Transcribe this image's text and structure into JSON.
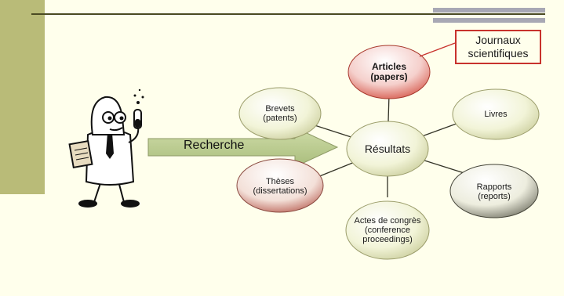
{
  "diagram": {
    "search_label": "Recherche",
    "center": "Résultats",
    "nodes": {
      "articles": "Articles\n(papers)",
      "brevets": "Brevets\n(patents)",
      "livres": "Livres",
      "theses": "Thèses\n(dissertations)",
      "rapports": "Rapports\n(reports)",
      "actes": "Actes de congrès\n(conference\nproceedings)"
    },
    "callout": "Journaux\nscientifiques"
  },
  "colors": {
    "background": "#ffffec",
    "sidebar": "#b9bb78",
    "arrow": "#b8c98c",
    "callout_border": "#c8322c"
  }
}
